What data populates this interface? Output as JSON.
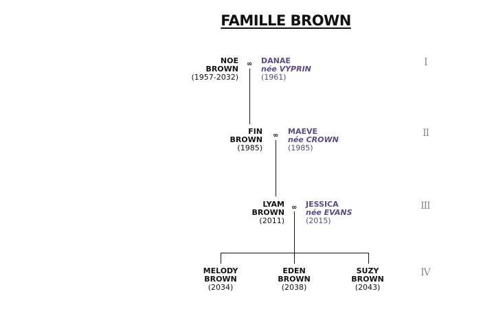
{
  "title": "FAMILLE BROWN",
  "generations": [
    "I",
    "II",
    "III",
    "IV"
  ],
  "marriage_symbol": "∞",
  "gen1": {
    "person": {
      "first": "NOE",
      "last": "BROWN",
      "dates": "(1957-2032)"
    },
    "spouse": {
      "first": "DANAE",
      "nee": "née VYPRIN",
      "dates": "(1961)"
    }
  },
  "gen2": {
    "person": {
      "first": "FIN",
      "last": "BROWN",
      "dates": "(1985)"
    },
    "spouse": {
      "first": "MAEVE",
      "nee": "née CROWN",
      "dates": "(1985)"
    }
  },
  "gen3": {
    "person": {
      "first": "LYAM",
      "last": "BROWN",
      "dates": "(2011)"
    },
    "spouse": {
      "first": "JESSICA",
      "nee": "née EVANS",
      "dates": "(2015)"
    }
  },
  "gen4": {
    "children": [
      {
        "first": "MELODY",
        "last": "BROWN",
        "dates": "(2034)"
      },
      {
        "first": "EDEN",
        "last": "BROWN",
        "dates": "(2038)"
      },
      {
        "first": "SUZY",
        "last": "BROWN",
        "dates": "(2043)"
      }
    ]
  }
}
